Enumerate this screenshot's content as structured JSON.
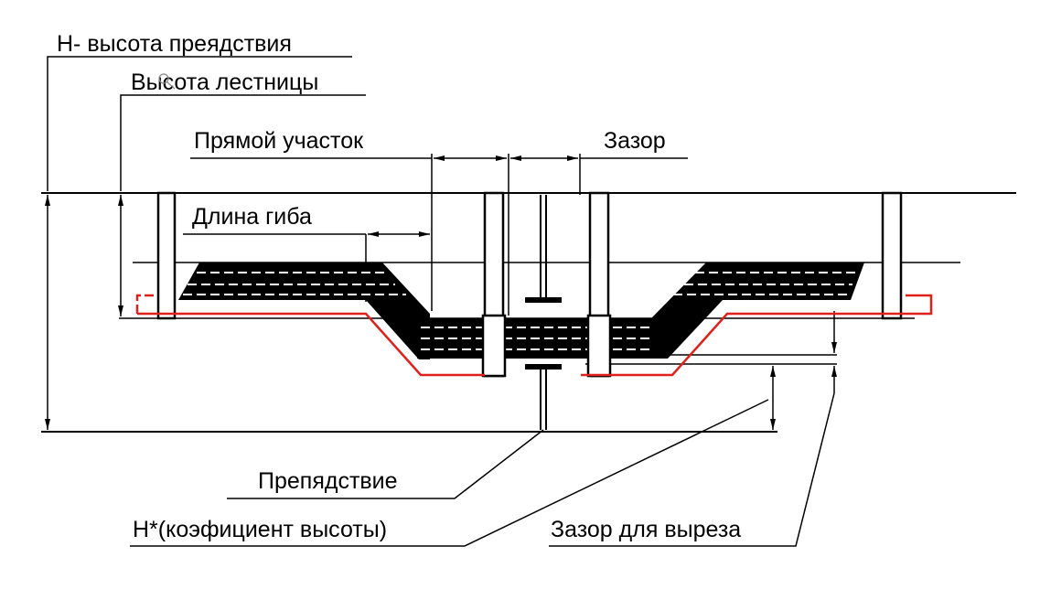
{
  "labels": {
    "obstacle_height": "H- высота преядствия",
    "ladder_height": "Высота лестницы",
    "straight_section": "Прямой участок",
    "gap": "Зазор",
    "bend_length": "Длина гиба",
    "obstacle": "Препядствие",
    "height_coefficient": "H*(коэфициент высоты)",
    "cutout_gap": "Зазор для выреза"
  },
  "colors": {
    "line": "#000000",
    "cutout_outline": "#e0201b",
    "background": "#ffffff"
  }
}
